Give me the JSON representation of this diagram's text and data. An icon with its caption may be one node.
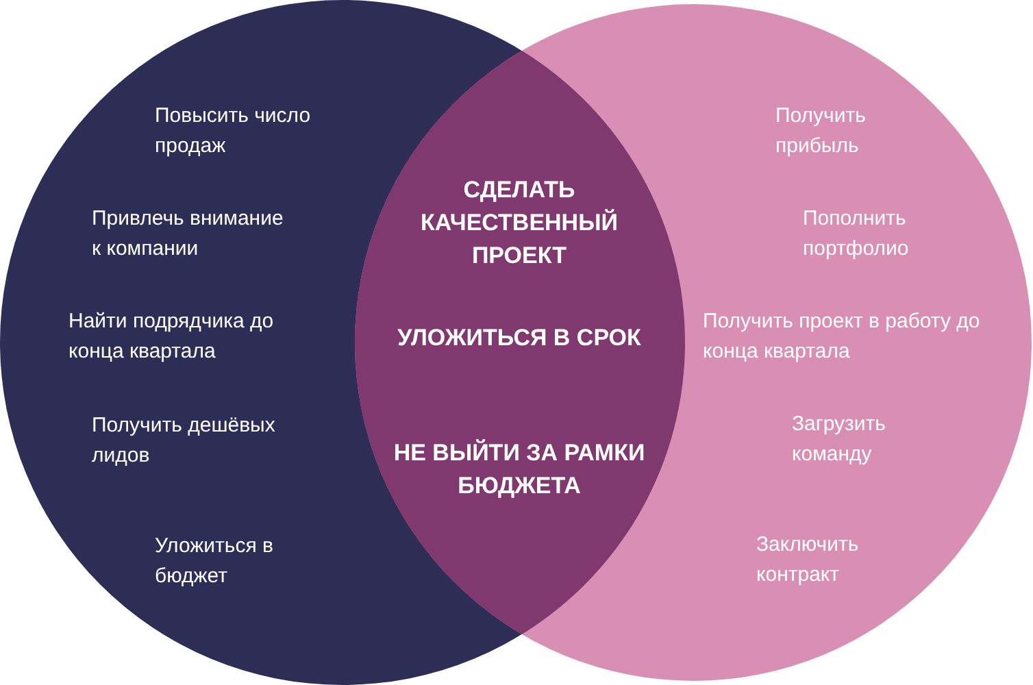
{
  "diagram": {
    "nodes": [
      {
        "text": [
          "Повысить число продаж",
          "Привлечь внимание к компании",
          "Найти подрядчика до конца квартала",
          "Получить дешёвых лидов",
          "Уложиться в бюджет"
        ]
      },
      {
        "text": [
          "Получить прибыль",
          "Пополнить портфолио",
          "Получить проект в работу до конца квартала",
          "Загрузить команду",
          "Заключить контракт"
        ]
      },
      {
        "text": [
          "СДЕЛАТЬ КАЧЕСТВЕННЫЙ ПРОЕКТ",
          "УЛОЖИТЬСЯ В СРОК",
          "НЕ ВЫЙТИ ЗА РАМКИ БЮДЖЕТА"
        ]
      }
    ]
  }
}
